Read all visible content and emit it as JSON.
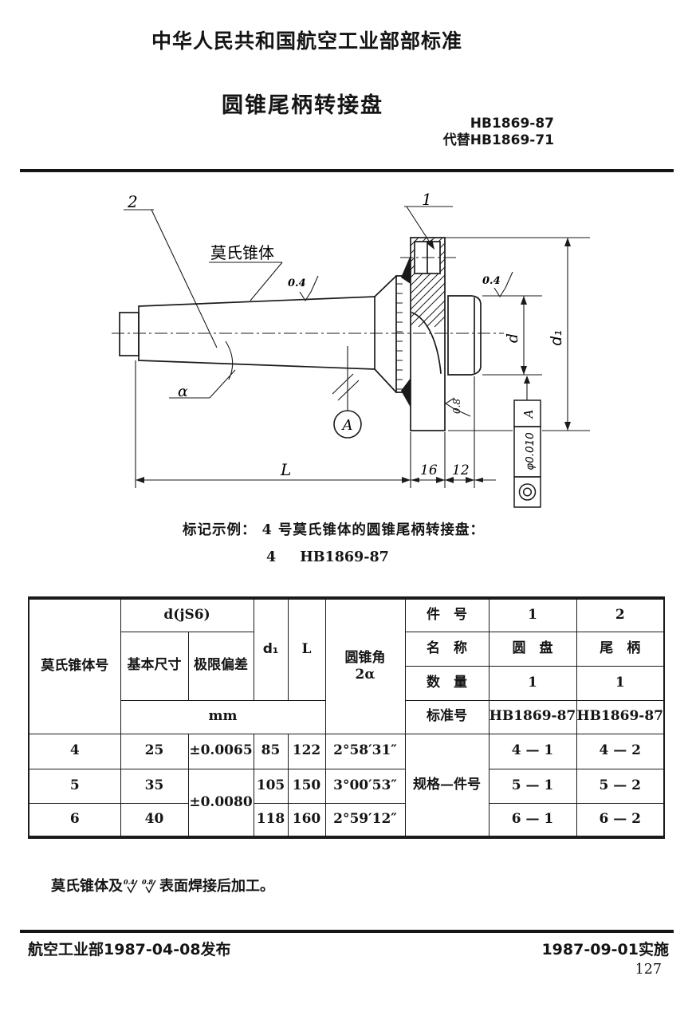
{
  "page": {
    "ministry_header": "中华人民共和国航空工业部部标准",
    "title": "圆锥尾柄转接盘",
    "standard_no": "HB1869-87",
    "replaces": "代替HB1869-71"
  },
  "drawing": {
    "callout_part2": "2",
    "callout_part1": "1",
    "taper_label": "莫氏锥体",
    "roughness_taper": "0.4",
    "roughness_boss": "0.4",
    "roughness_face": "0.8",
    "angle_label": "α",
    "datum_label": "A",
    "dim_length": "L",
    "dim_16": "16",
    "dim_12": "12",
    "dim_d": "d",
    "dim_d1": "d₁",
    "tolerance_value": "φ0.010",
    "tolerance_datum": "A"
  },
  "example": {
    "line1": "标记示例： 4 号莫氏锥体的圆锥尾柄转接盘：",
    "number": "4",
    "code": "HB1869-87"
  },
  "table": {
    "header": {
      "taper_no": "莫氏锥体号",
      "d_js6": "d(jS6)",
      "basic_size": "基本尺寸",
      "limit_dev": "极限偏差",
      "d1": "d₁",
      "L": "L",
      "unit": "mm",
      "cone_angle_line1": "圆锥角",
      "cone_angle_line2": "2α",
      "part_no": "件　号",
      "part_1": "1",
      "part_2": "2",
      "name": "名　称",
      "name_1": "圆　盘",
      "name_2": "尾　柄",
      "qty": "数　量",
      "qty_1": "1",
      "qty_2": "1",
      "std": "标准号",
      "std_1": "HB1869-87",
      "std_2": "HB1869-87",
      "spec": "规格—件号"
    },
    "rows": [
      {
        "taper": "4",
        "basic": "25",
        "dev": "±0.0065",
        "d1": "85",
        "L": "122",
        "angle": "2°58′31″",
        "p1": "4 — 1",
        "p2": "4 — 2"
      },
      {
        "taper": "5",
        "basic": "35",
        "dev": "±0.0080",
        "d1": "105",
        "L": "150",
        "angle": "3°00′53″",
        "p1": "5 — 1",
        "p2": "5 — 2"
      },
      {
        "taper": "6",
        "basic": "40",
        "d1": "118",
        "L": "160",
        "angle": "2°59′12″",
        "p1": "6 — 1",
        "p2": "6 — 2"
      }
    ]
  },
  "note": {
    "prefix": "莫氏锥体及",
    "ra1": "0.4",
    "ra2": "0.8",
    "suffix": "表面焊接后加工。"
  },
  "footer": {
    "issued": "航空工业部1987-04-08发布",
    "effective": "1987-09-01实施",
    "page_no": "127"
  }
}
